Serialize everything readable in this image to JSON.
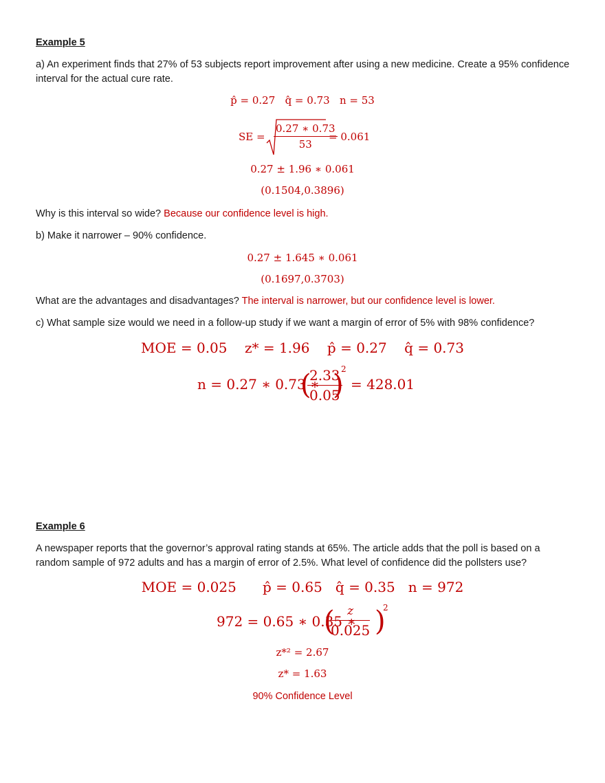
{
  "example5": {
    "heading": "Example 5",
    "part_a": {
      "question": "a) An experiment finds that 27% of 53 subjects report improvement after using a new medicine. Create a 95% confidence interval for the actual cure rate.",
      "params": {
        "p_hat": "p̂ = 0.27",
        "q_hat": "q̂ = 0.73",
        "n": "n = 53"
      },
      "se": {
        "lhs": "SE =",
        "numerator": "0.27 ∗ 0.73",
        "denominator": "53",
        "result": "= 0.061"
      },
      "interval_expr": "0.27 ± 1.96 ∗ 0.061",
      "interval": "(0.1504,0.3896)",
      "why_question": "Why is this interval so wide?",
      "why_answer": "Because our confidence level is high."
    },
    "part_b": {
      "question": "b) Make it narrower – 90% confidence.",
      "interval_expr": "0.27 ± 1.645 ∗ 0.061",
      "interval": "(0.1697,0.3703)",
      "adv_question": "What are the advantages and disadvantages?",
      "adv_answer": "The interval is narrower, but our confidence level is lower."
    },
    "part_c": {
      "question": "c) What sample size would we need in a follow-up study if we want a margin of error of 5% with 98% confidence?",
      "params": {
        "moe": "MOE = 0.05",
        "z": "z* = 1.96",
        "p_hat": "p̂ = 0.27",
        "q_hat": "q̂ = 0.73"
      },
      "formula_lhs": "n = 0.27 ∗ 0.73 ∗",
      "frac_num": "2.33",
      "frac_den": "0.05",
      "exponent": "2",
      "result": "= 428.01"
    }
  },
  "example6": {
    "heading": "Example 6",
    "question": "A newspaper reports that the governor’s approval rating stands at 65%. The article adds that the poll is based on a random sample of 972 adults and has a margin of error of 2.5%. What level of confidence did the pollsters use?",
    "params": {
      "moe": "MOE = 0.025",
      "p_hat": "p̂ = 0.65",
      "q_hat": "q̂ = 0.35",
      "n": "n = 972"
    },
    "formula_lhs": "972 = 0.65 ∗ 0.35 ∗",
    "frac_num": "z",
    "frac_den": "0.025",
    "exponent": "2",
    "z_squared": "z*² = 2.67",
    "z_value": "z* = 1.63",
    "conclusion": "90% Confidence Level"
  }
}
